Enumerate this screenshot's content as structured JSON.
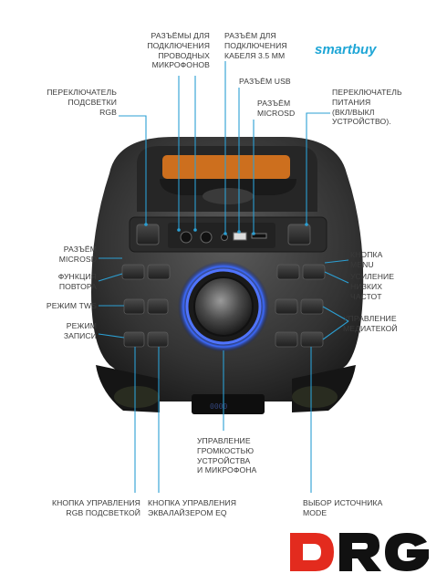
{
  "brand": "smartbuy",
  "logo_text": "DRG",
  "labels": {
    "wired_mics": "Разъёмы для\nподключения\nпроводных\nмикрофонов",
    "aux_35": "Разъём для\nподключения\nкабеля 3.5 мм",
    "usb": "Разъём USB",
    "microsd_top": "Разъём\nMicroSD",
    "power": "Переключатель\nпитания\n(вкл/выкл\nустройство).",
    "rgb_switch": "Переключатель\nподсветки\nRGB",
    "microsd_left": "Разъём\nMicroSD",
    "repeat": "Функция\nповтора",
    "tws": "Режим TWS",
    "record": "Режим\nзаписи",
    "menu": "Кнопка\nMenu",
    "bass": "Усиление\nнизких\nчастот",
    "media": "Управление\nмедиатекой",
    "volume": "Управление\nгромкостью\nустройства\nи микрофона",
    "rgb_button": "Кнопка управления\nRGB подсветкой",
    "eq_button": "Кнопка управления\nэквалайзером EQ",
    "mode": "Выбор источника\nMode"
  },
  "colors": {
    "brand": "#1fa6d6",
    "accent_line": "#2b9fd3",
    "body": "#3a3a3a",
    "ring_glow": "#3d6bff",
    "handle_glow": "#e0781e",
    "logo_red": "#e32b1e"
  }
}
